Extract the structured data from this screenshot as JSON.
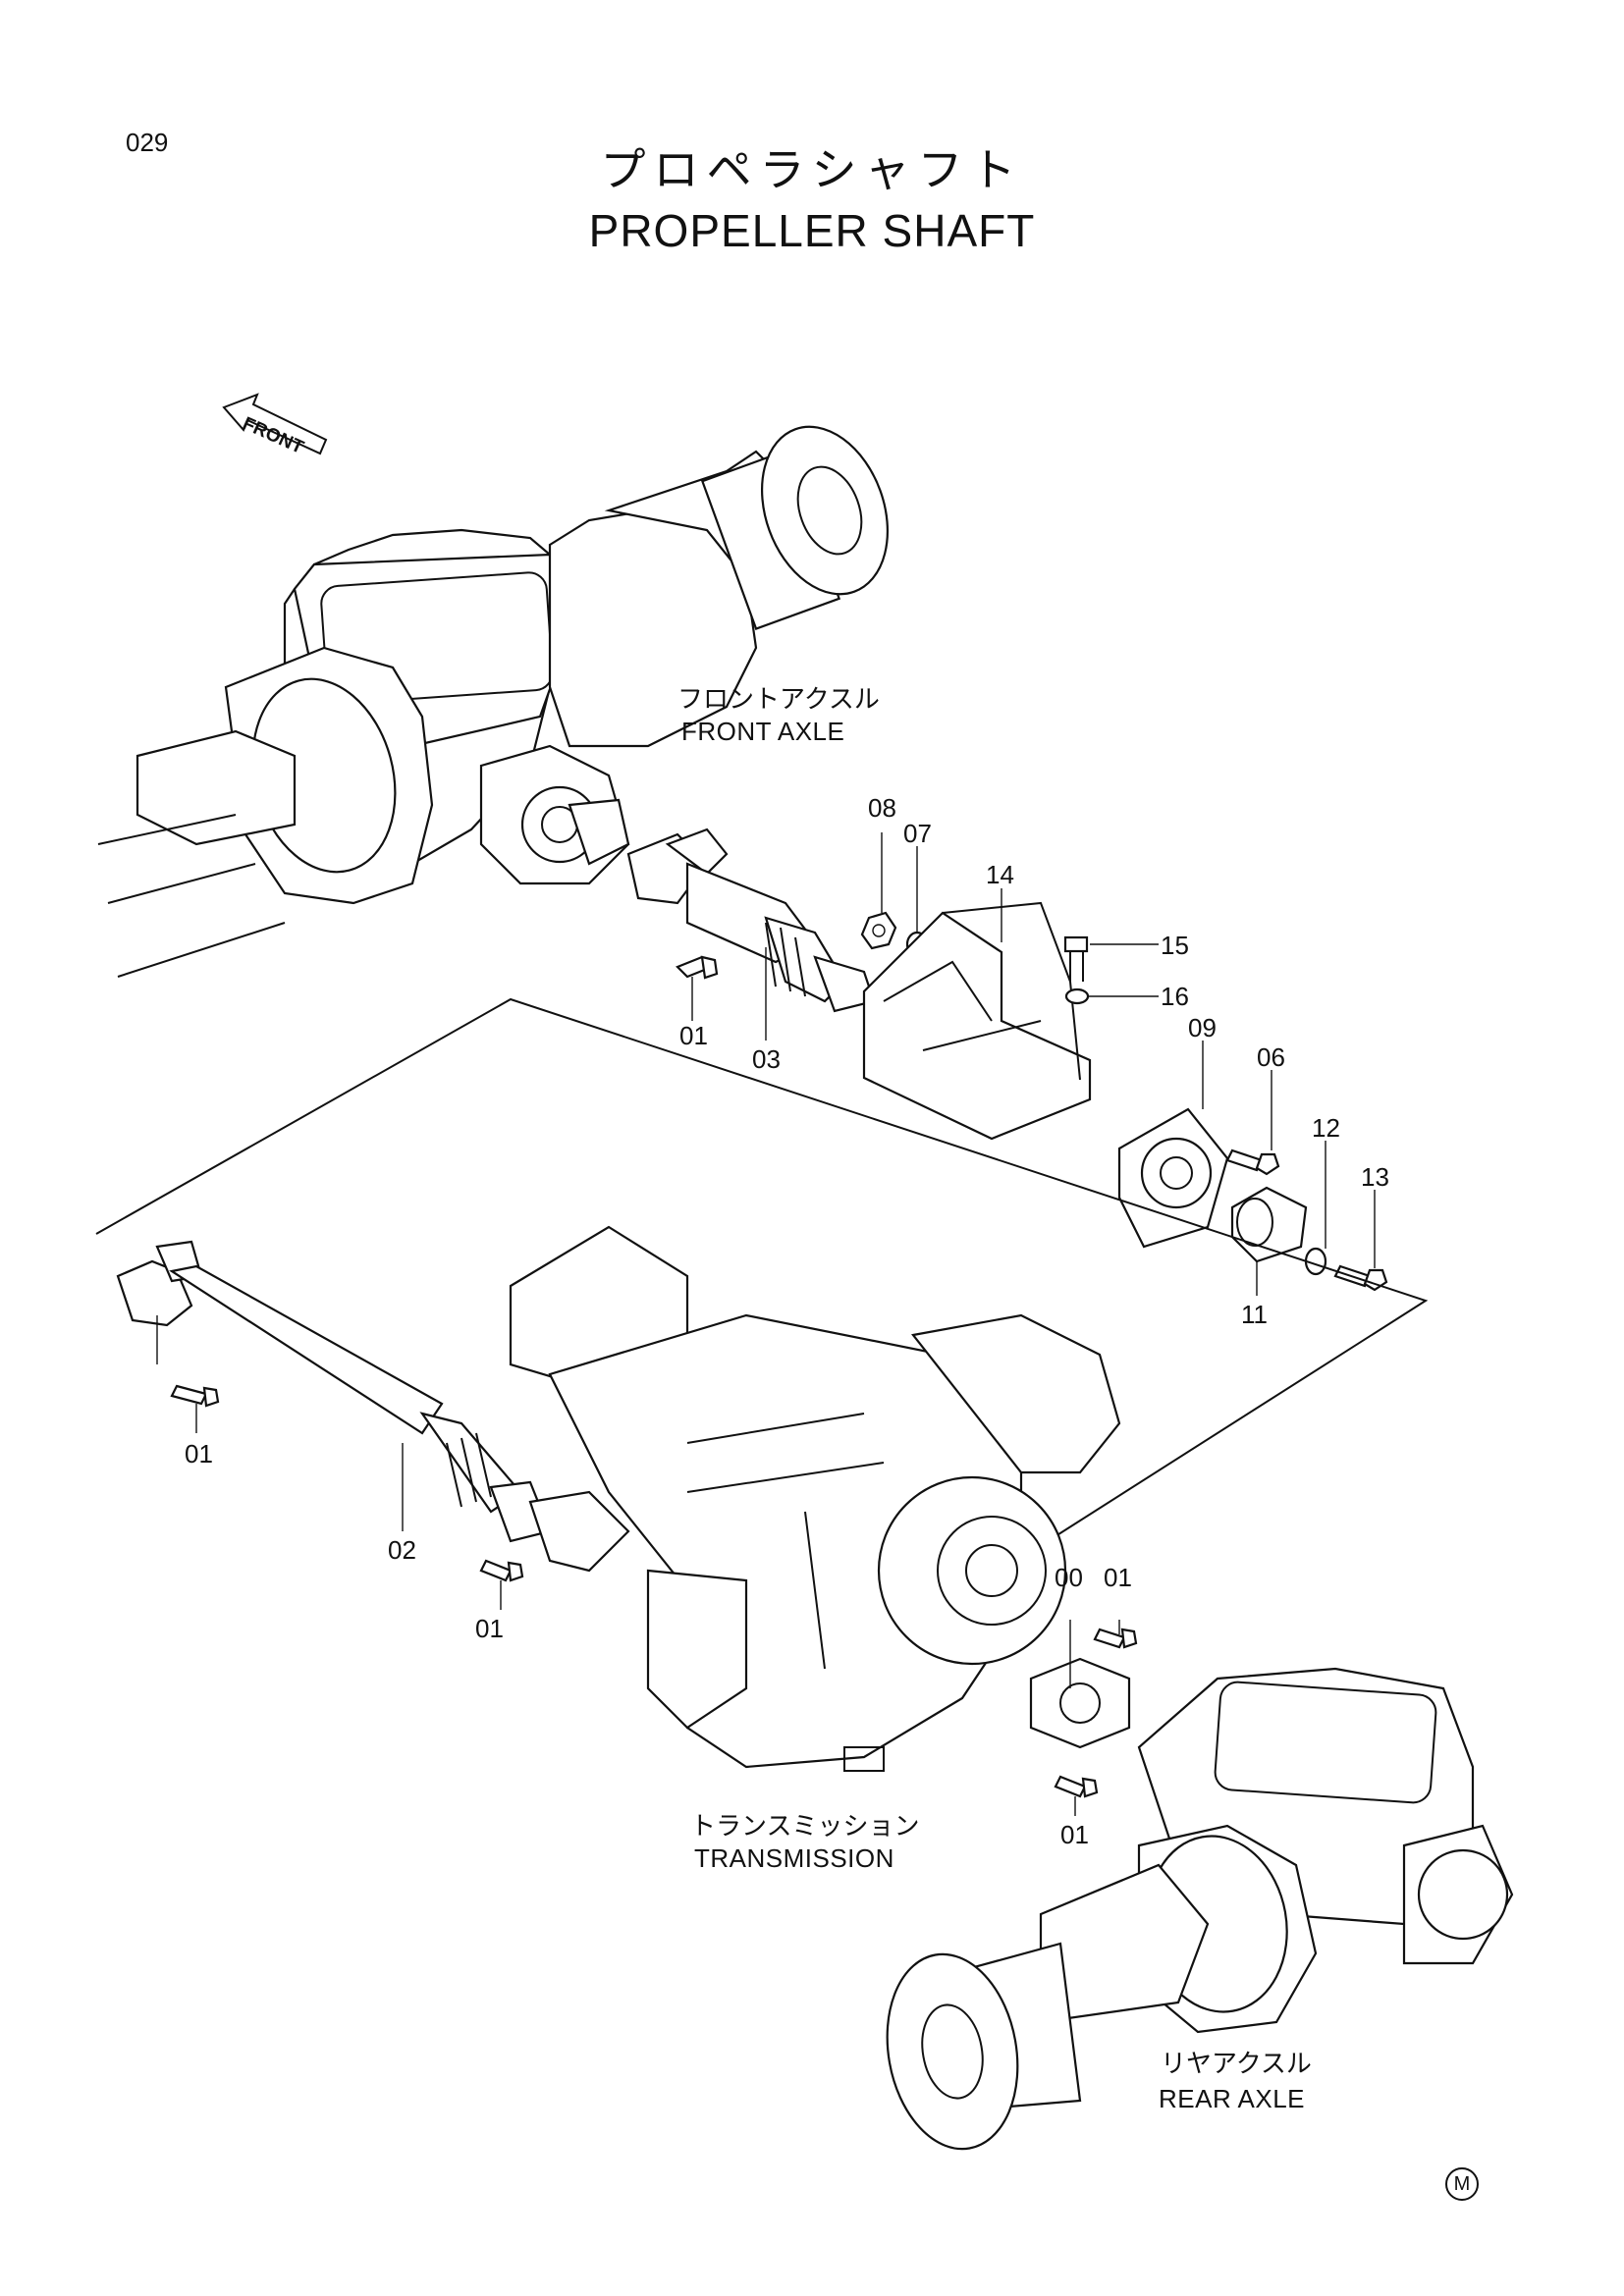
{
  "page_number": "029",
  "title": {
    "japanese": "プロペラシャフト",
    "english": "PROPELLER SHAFT"
  },
  "front_arrow": "FRONT",
  "components": {
    "front_axle": {
      "japanese": "フロントアクスル",
      "english": "FRONT AXLE"
    },
    "transmission": {
      "japanese": "トランスミッション",
      "english": "TRANSMISSION"
    },
    "rear_axle": {
      "japanese": "リヤアクスル",
      "english": "REAR AXLE"
    }
  },
  "callouts": [
    "08",
    "07",
    "14",
    "15",
    "16",
    "09",
    "06",
    "12",
    "13",
    "11",
    "01",
    "03",
    "01",
    "02",
    "01",
    "00",
    "01",
    "01"
  ],
  "corner_mark": "M"
}
